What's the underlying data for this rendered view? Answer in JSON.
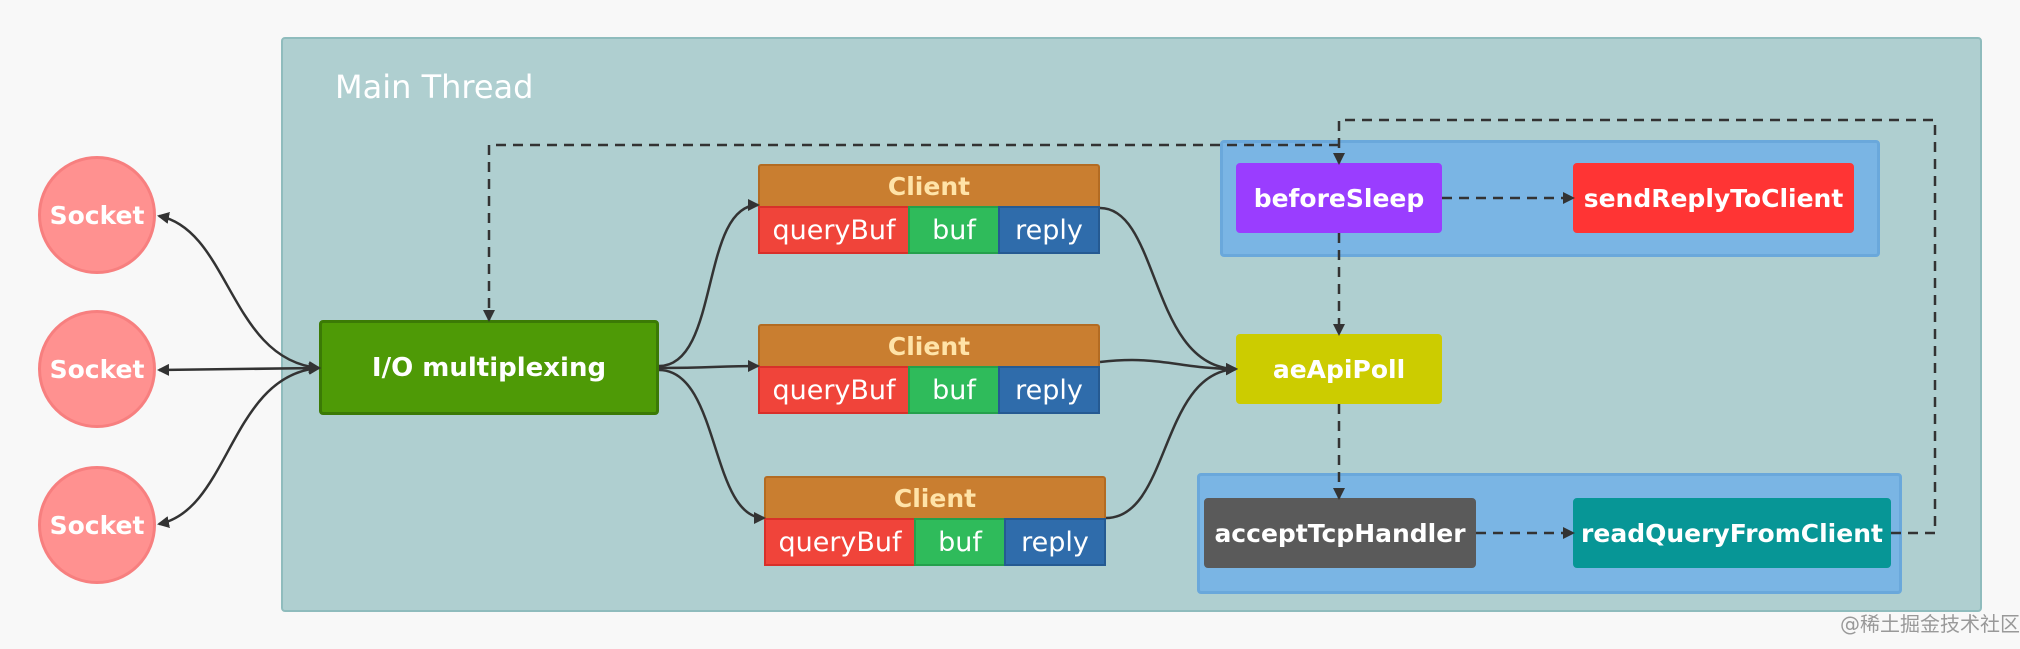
{
  "main_thread": {
    "title": "Main Thread"
  },
  "sockets": [
    "Socket",
    "Socket",
    "Socket"
  ],
  "io_multiplexing": "I/O multiplexing",
  "clients": [
    {
      "title": "Client",
      "fields": [
        "queryBuf",
        "buf",
        "reply"
      ]
    },
    {
      "title": "Client",
      "fields": [
        "queryBuf",
        "buf",
        "reply"
      ]
    },
    {
      "title": "Client",
      "fields": [
        "queryBuf",
        "buf",
        "reply"
      ]
    }
  ],
  "nodes": {
    "before_sleep": "beforeSleep",
    "send_reply": "sendReplyToClient",
    "ae_api_poll": "aeApiPoll",
    "accept_tcp": "acceptTcpHandler",
    "read_query": "readQueryFromClient"
  },
  "colors": {
    "before_sleep": "#9a3dff",
    "send_reply": "#ff3434",
    "ae_api_poll": "#cccc00",
    "accept_tcp": "#5a5a5a",
    "read_query": "#079696"
  },
  "watermark": "@稀土掘金技术社区"
}
